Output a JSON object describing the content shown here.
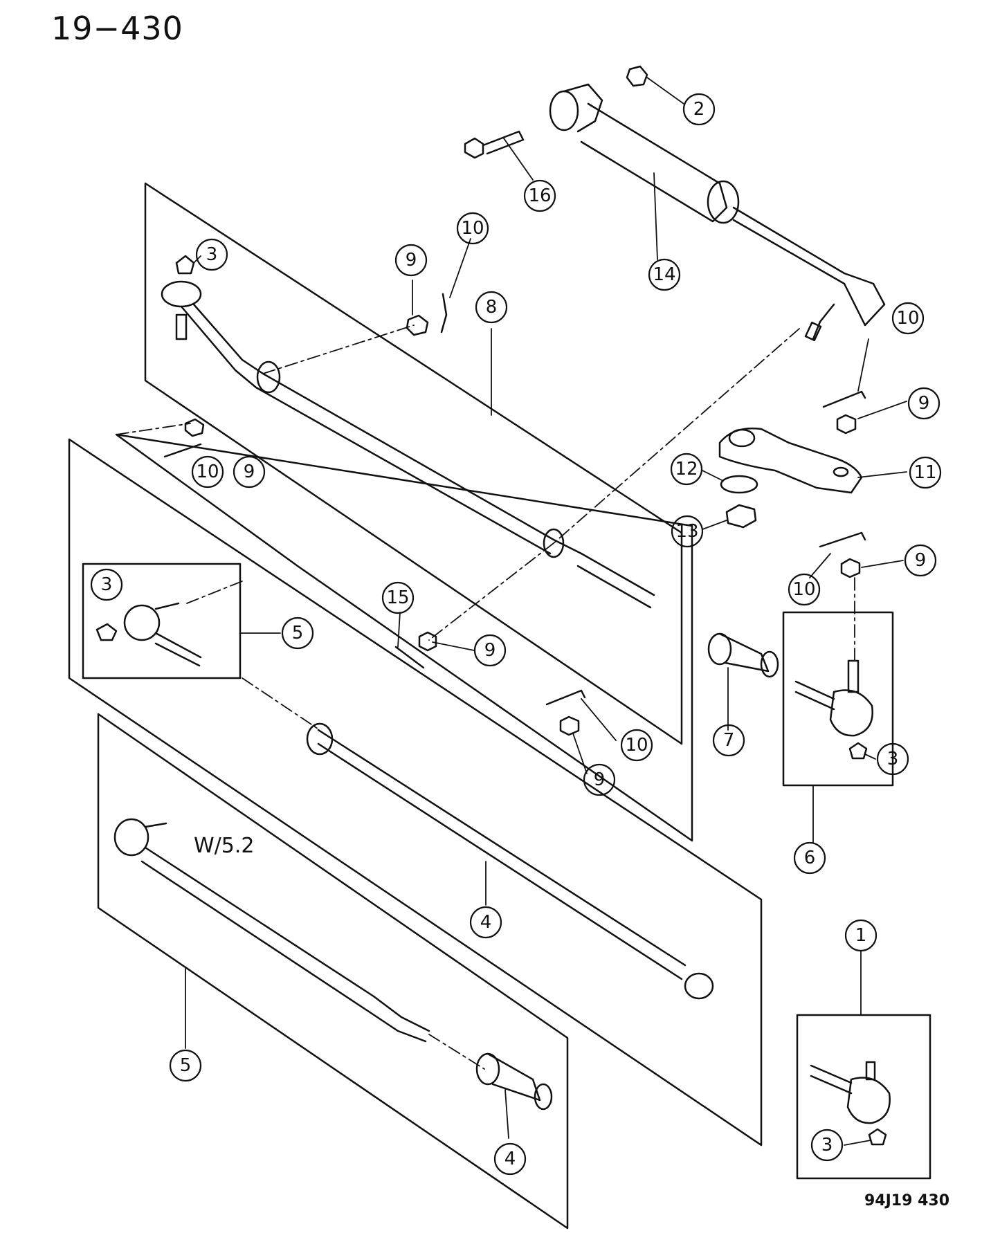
{
  "header": {
    "title": "19−430"
  },
  "footer": {
    "code": "94J19  430"
  },
  "note": {
    "text": "W/5.2"
  },
  "callouts": [
    "2",
    "16",
    "14",
    "3",
    "9",
    "10",
    "8",
    "10",
    "9",
    "12",
    "11",
    "13",
    "10",
    "9",
    "3",
    "5",
    "15",
    "9",
    "10",
    "9",
    "7",
    "6",
    "3",
    "10",
    "9",
    "4",
    "1",
    "3",
    "5",
    "4"
  ],
  "colors": {
    "ink": "#111111",
    "paper": "#ffffff"
  }
}
